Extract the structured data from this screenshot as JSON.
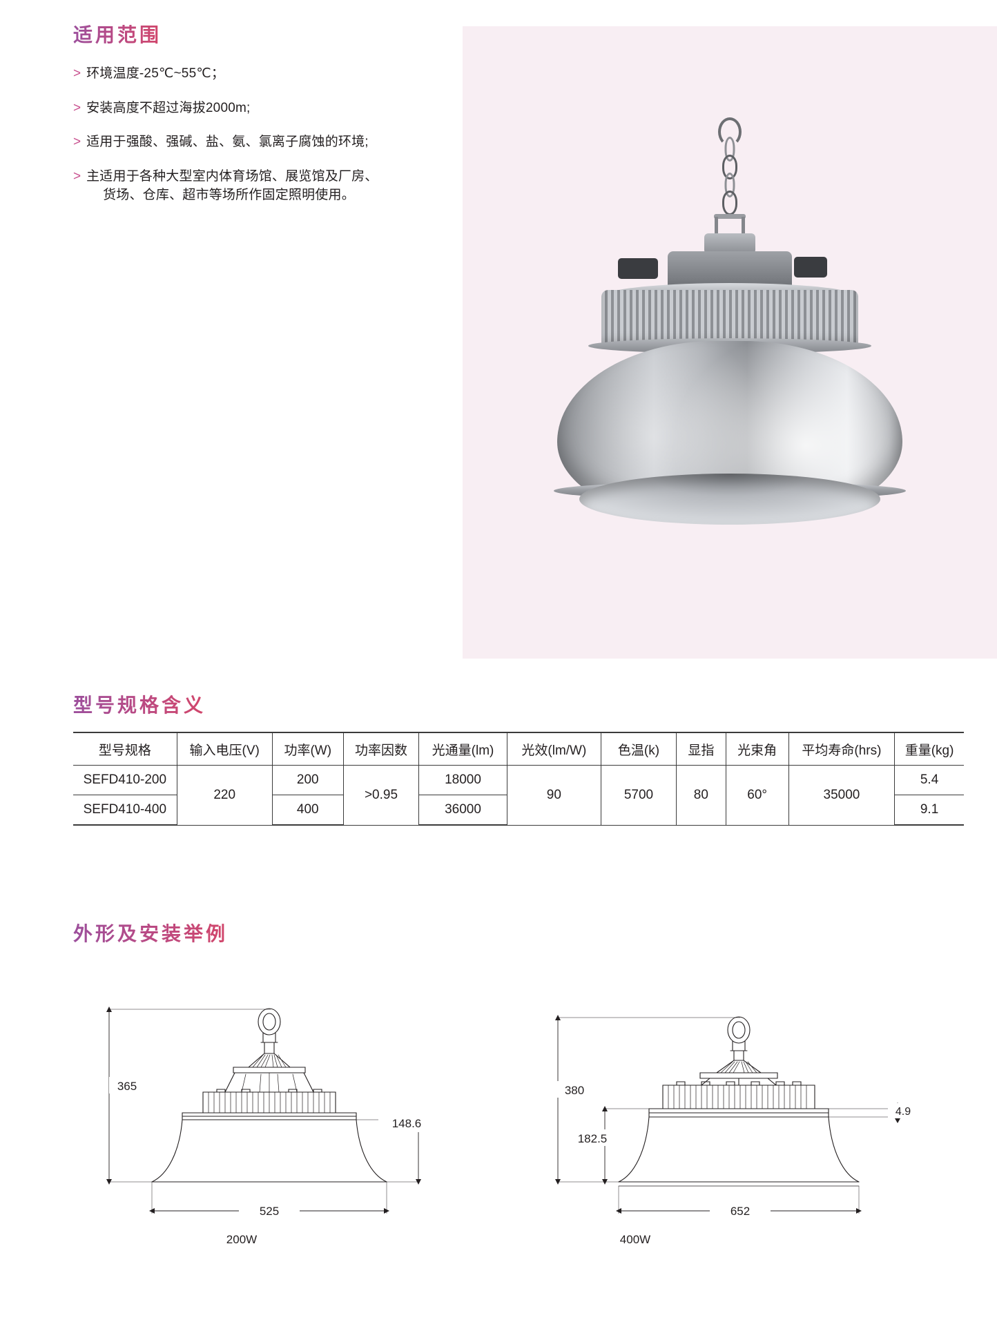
{
  "sections": {
    "scope_title": "适用范围",
    "model_title": "型号规格含义",
    "dimensions_title": "外形及安装举例"
  },
  "scope": {
    "marker": ">",
    "bullets": [
      {
        "text": "环境温度-25℃~55℃；",
        "cont": ""
      },
      {
        "text": "安装高度不超过海拔2000m;",
        "cont": ""
      },
      {
        "text": "适用于强酸、强碱、盐、氨、氯离子腐蚀的环境;",
        "cont": ""
      },
      {
        "text": "主适用于各种大型室内体育场馆、展览馆及厂房、",
        "cont": "货场、仓库、超市等场所作固定照明使用。"
      }
    ]
  },
  "photo": {
    "alt_name": "led-high-bay-luminaire-photo",
    "background_color": "#f8eef3"
  },
  "spec_table": {
    "headers": [
      "型号规格",
      "输入电压(V)",
      "功率(W)",
      "功率因数",
      "光通量(lm)",
      "光效(lm/W)",
      "色温(k)",
      "显指",
      "光束角",
      "平均寿命(hrs)",
      "重量(kg)"
    ],
    "rows": [
      {
        "model": "SEFD410-200",
        "voltage": "220",
        "power": "200",
        "power_factor": ">0.95",
        "luminous_flux": "18000",
        "efficacy": "90",
        "cct": "5700",
        "cri": "80",
        "beam_angle": "60°",
        "lifetime": "35000",
        "weight": "5.4"
      },
      {
        "model": "SEFD410-400",
        "voltage": "220",
        "power": "400",
        "power_factor": ">0.95",
        "luminous_flux": "36000",
        "efficacy": "90",
        "cct": "5700",
        "cri": "80",
        "beam_angle": "60°",
        "lifetime": "35000",
        "weight": "9.1"
      }
    ]
  },
  "drawings": [
    {
      "caption": "200W",
      "total_height": "365",
      "shade_height": "148.6",
      "diameter": "525"
    },
    {
      "caption": "400W",
      "total_height": "380",
      "shade_height": "182.5",
      "rim_thickness": "4.9",
      "diameter": "652"
    }
  ],
  "colors": {
    "heading_gradient_start": "#9c4f9c",
    "heading_gradient_end": "#d2466a",
    "bullet_marker": "#c8508e",
    "text": "#231f20",
    "table_border": "#3a3a3a",
    "photo_bg": "#f8eef3"
  }
}
